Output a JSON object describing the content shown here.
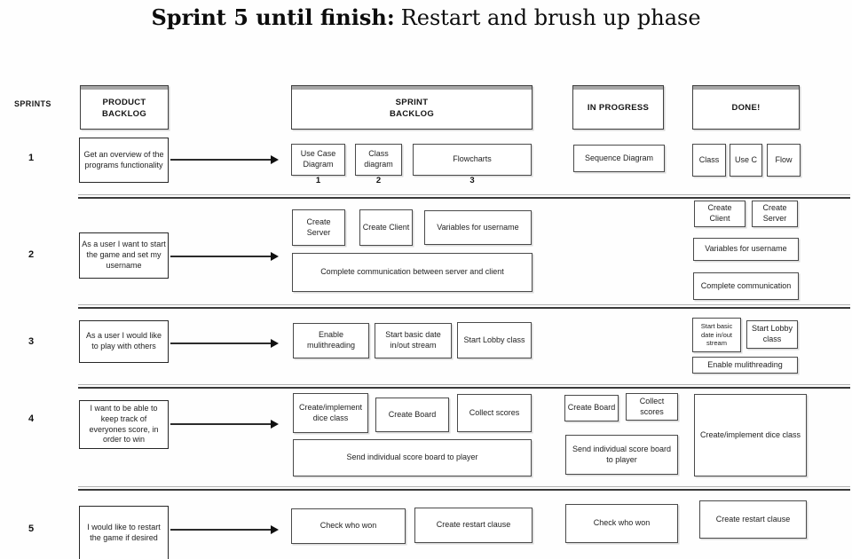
{
  "title": {
    "bold": "Sprint 5 until finish:",
    "regular": "Restart and brush up phase"
  },
  "columns": {
    "sprints_label": "SPRINTS",
    "product_backlog": "PRODUCT\nBACKLOG",
    "sprint_backlog": "SPRINT\nBACKLOG",
    "in_progress": "IN PROGRESS",
    "done": "DONE!"
  },
  "sprints": [
    {
      "number": "1",
      "story": "Get an overview of the programs functionality",
      "sprint_backlog": [
        {
          "label": "Use Case Diagram",
          "tag": "1"
        },
        {
          "label": "Class diagram",
          "tag": "2"
        },
        {
          "label": "Flowcharts",
          "tag": "3"
        }
      ],
      "in_progress": [
        {
          "label": "Sequence Diagram"
        }
      ],
      "done": [
        {
          "label": "Class"
        },
        {
          "label": "Use C"
        },
        {
          "label": "Flow"
        }
      ]
    },
    {
      "number": "2",
      "story": "As a user I want to start the game and set my username",
      "sprint_backlog": [
        {
          "label": "Create Server"
        },
        {
          "label": "Create Client"
        },
        {
          "label": "Variables for username"
        },
        {
          "label": "Complete communication between server and client"
        }
      ],
      "in_progress": [],
      "done": [
        {
          "label": "Create Client"
        },
        {
          "label": "Create Server"
        },
        {
          "label": "Variables for username"
        },
        {
          "label": "Complete communication"
        }
      ]
    },
    {
      "number": "3",
      "story": "As a user I would like to play with others",
      "sprint_backlog": [
        {
          "label": "Enable mulithreading"
        },
        {
          "label": "Start basic date in/out stream"
        },
        {
          "label": "Start Lobby class"
        }
      ],
      "in_progress": [],
      "done": [
        {
          "label": "Start basic date in/out stream"
        },
        {
          "label": "Start Lobby class"
        },
        {
          "label": "Enable mulithreading"
        }
      ]
    },
    {
      "number": "4",
      "story": "I want to be able to keep track of everyones score, in order to win",
      "sprint_backlog": [
        {
          "label": "Create/implement dice class"
        },
        {
          "label": "Create Board"
        },
        {
          "label": "Collect scores"
        },
        {
          "label": "Send individual score board to player"
        }
      ],
      "in_progress": [
        {
          "label": "Create Board"
        },
        {
          "label": "Collect scores"
        },
        {
          "label": "Send individual score board to player"
        }
      ],
      "done": [
        {
          "label": "Create/implement dice class"
        }
      ]
    },
    {
      "number": "5",
      "story": "I would like to restart the game if desired",
      "sprint_backlog": [
        {
          "label": "Check who won"
        },
        {
          "label": "Create restart clause"
        }
      ],
      "in_progress": [
        {
          "label": "Check who won"
        }
      ],
      "done": [
        {
          "label": "Create restart clause"
        }
      ]
    }
  ]
}
